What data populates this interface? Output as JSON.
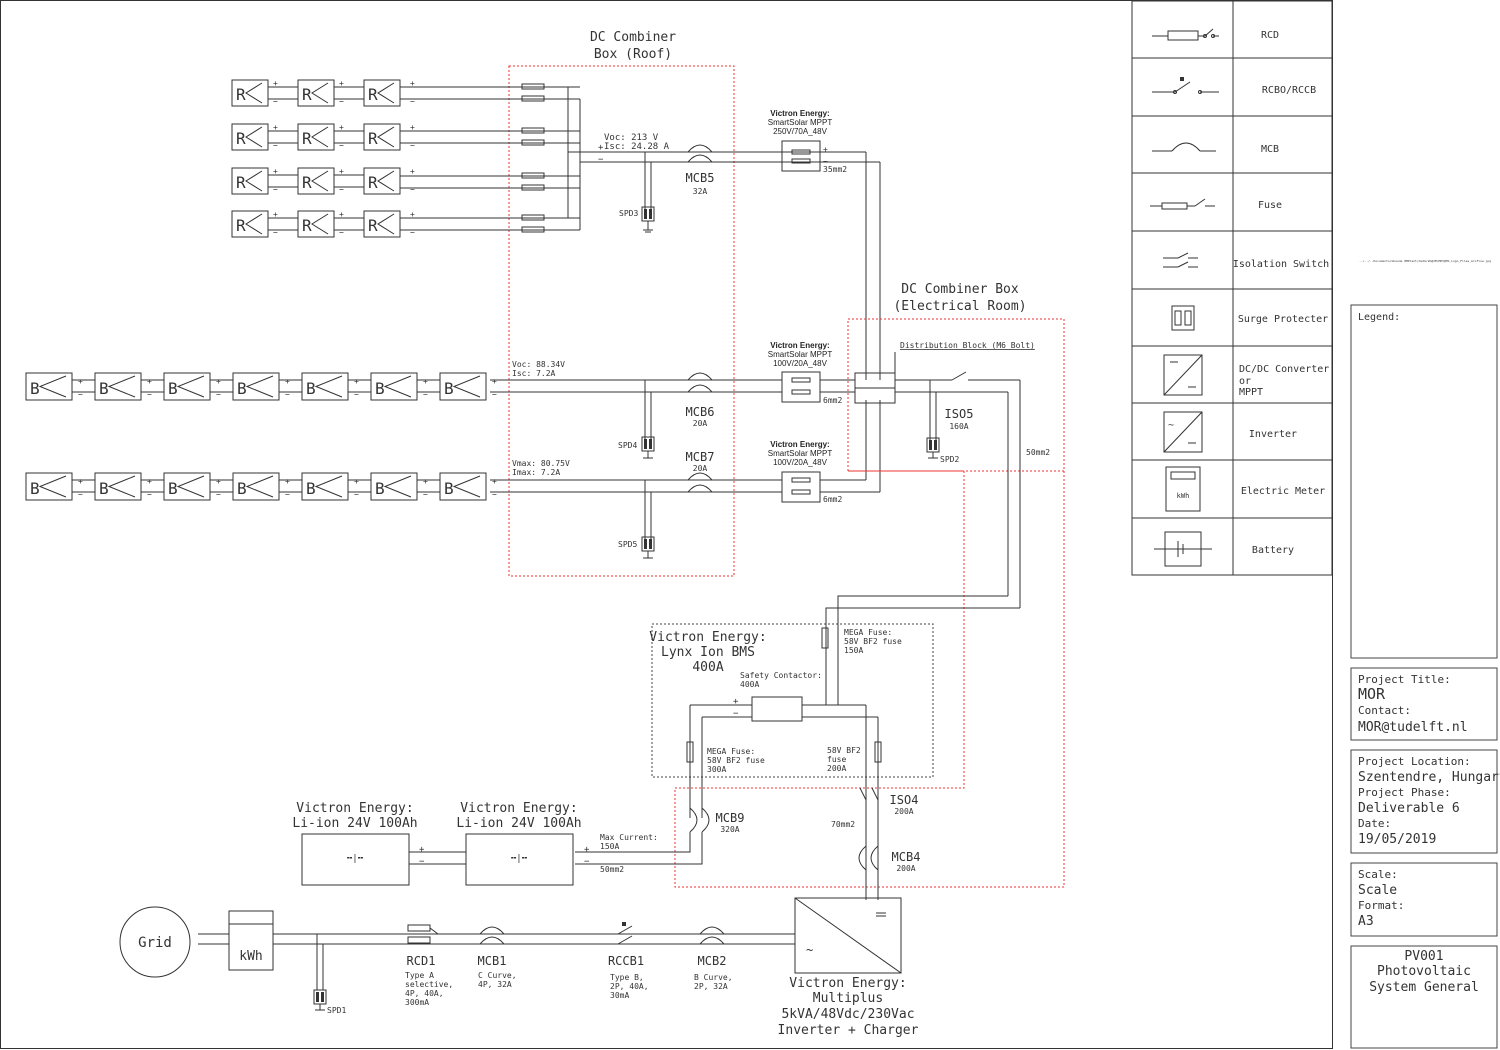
{
  "roof_box": {
    "title_1": "DC Combiner",
    "title_2": "Box (Roof)",
    "voc": "Voc:  213  V",
    "isc": "Isc:  24.28  A"
  },
  "room_box": {
    "title_1": "DC Combiner Box",
    "title_2": "(Electrical Room)",
    "dist_block": "Distribution Block (M6 Bolt)"
  },
  "panels": {
    "r": "R",
    "b": "B",
    "plus": "+",
    "minus": "−"
  },
  "string_b1": {
    "voc": "Voc:  88.34V",
    "isc": "Isc:  7.2A"
  },
  "string_b2": {
    "vmax": "Vmax:  80.75V",
    "imax": "Imax:  7.2A"
  },
  "mppt1": {
    "l1": "Victron Energy:",
    "l2": "SmartSolar MPPT",
    "l3": "250V/70A_48V",
    "cable": "35mm2"
  },
  "mppt2": {
    "l1": "Victron Energy:",
    "l2": "SmartSolar MPPT",
    "l3": "100V/20A_48V",
    "cable": "6mm2"
  },
  "mppt3": {
    "l1": "Victron Energy:",
    "l2": "SmartSolar MPPT",
    "l3": "100V/20A_48V",
    "cable": "6mm2"
  },
  "mcb5": {
    "name": "MCB5",
    "rating": "32A"
  },
  "mcb6": {
    "name": "MCB6",
    "rating": "20A"
  },
  "mcb7": {
    "name": "MCB7",
    "rating": "20A"
  },
  "spd3": "SPD3",
  "spd4": "SPD4",
  "spd5": "SPD5",
  "spd2": "SPD2",
  "spd1": "SPD1",
  "iso5": {
    "name": "ISO5",
    "rating": "160A"
  },
  "cable_50": "50mm2",
  "bms": {
    "l1": "Victron Energy:",
    "l2": "Lynx Ion BMS",
    "l3": "400A",
    "mega_top_1": "MEGA Fuse:",
    "mega_top_2": "58V BF2 fuse",
    "mega_top_3": "150A",
    "contactor_1": "Safety Contactor:",
    "contactor_2": "400A",
    "mega_left_1": "MEGA Fuse:",
    "mega_left_2": "58V BF2 fuse",
    "mega_left_3": "300A",
    "fuse_right_1": "58V BF2",
    "fuse_right_2": "fuse",
    "fuse_right_3": "200A"
  },
  "battery1": {
    "l1": "Victron Energy:",
    "l2": "Li-ion 24V 100Ah"
  },
  "battery2": {
    "l1": "Victron Energy:",
    "l2": "Li-ion 24V 100Ah"
  },
  "max_current": {
    "l1": "Max Current:",
    "l2": "150A",
    "cable": "50mm2"
  },
  "mcb9": {
    "name": "MCB9",
    "rating": "320A"
  },
  "iso4": {
    "name": "ISO4",
    "rating": "200A"
  },
  "cable_70": "70mm2",
  "mcb4": {
    "name": "MCB4",
    "rating": "200A"
  },
  "grid": "Grid",
  "meter": "kWh",
  "rcd1": {
    "name": "RCD1",
    "d1": "Type A",
    "d2": "selective,",
    "d3": "4P, 40A,",
    "d4": "300mA"
  },
  "mcb1": {
    "name": "MCB1",
    "d1": "C Curve,",
    "d2": "4P, 32A"
  },
  "rccb1": {
    "name": "RCCB1",
    "d1": "Type B,",
    "d2": "2P, 40A,",
    "d3": "30mA"
  },
  "mcb2": {
    "name": "MCB2",
    "d1": "B Curve,",
    "d2": "2P, 32A"
  },
  "multiplus": {
    "l1": "Victron Energy:",
    "l2": "Multiplus",
    "l3": "5kVA/48Vdc/230Vac",
    "l4": "Inverter + Charger"
  },
  "symbol_table": [
    "RCD",
    "RCBO/RCCB",
    "MCB",
    "Fuse",
    "Isolation  Switch",
    "Surge Protecter",
    "DC/DC Converter",
    "or",
    "MPPT",
    "Inverter",
    "Electric Meter",
    "Battery"
  ],
  "file_path": "../../..Documents/Unaude 8MPlant/de2m/2m@2M/MPV@MS_Logo_Files_Aroflow.jpg",
  "title_block": {
    "legend": "Legend:",
    "project_title_label": "Project Title:",
    "project_title": "MOR",
    "contact_label": "Contact:",
    "contact": "MOR@tudelft.nl",
    "location_label": "Project Location:",
    "location": "Szentendre, Hungary",
    "phase_label": "Project Phase:",
    "phase": "Deliverable 6",
    "date_label": "Date:",
    "date": "19/05/2019",
    "scale_label": "Scale:",
    "scale": "Scale",
    "format_label": "Format:",
    "format": "A3",
    "drawing_1": "PV001",
    "drawing_2": "Photovoltaic",
    "drawing_3": "System General"
  }
}
